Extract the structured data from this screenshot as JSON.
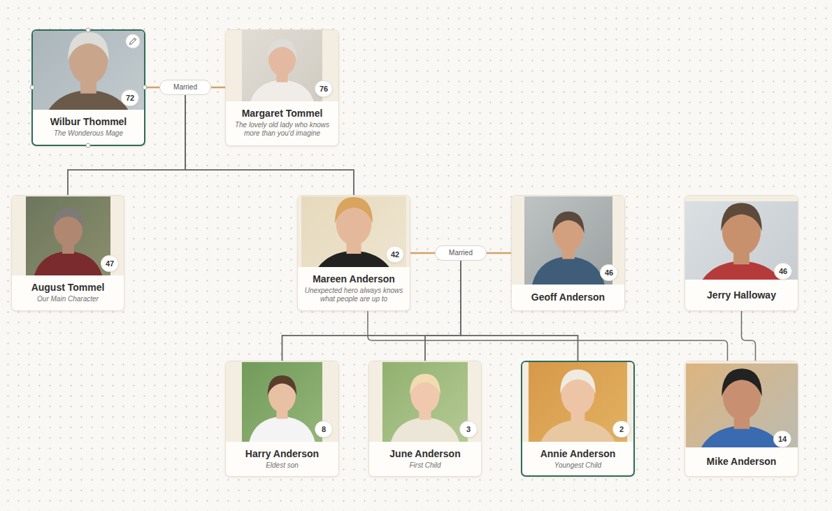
{
  "diagram": {
    "nodes": [
      {
        "text": [
          "72",
          "Wilbur Thommel",
          "The Wonderous Mage"
        ]
      },
      {
        "text": [
          "76",
          "Margaret Tommel",
          "The lovely old lady who knows more than you'd imagine"
        ]
      },
      {
        "text": [
          "47",
          "August Tommel",
          "Our Main Character"
        ]
      },
      {
        "text": [
          "42",
          "Mareen Anderson",
          "Unexpected hero always knows what people are up to"
        ]
      },
      {
        "text": [
          "46",
          "Geoff Anderson"
        ]
      },
      {
        "text": [
          "46",
          "Jerry Halloway"
        ]
      },
      {
        "text": [
          "8",
          "Harry Anderson",
          "Eldest son"
        ]
      },
      {
        "text": [
          "3",
          "June Anderson",
          "First Child"
        ]
      },
      {
        "text": [
          "2",
          "Annie Anderson",
          "Youngest Child"
        ]
      },
      {
        "text": [
          "14",
          "Mike Anderson"
        ]
      }
    ],
    "edges": [
      {
        "from": 0,
        "to": 1,
        "label": "Married",
        "arrow": "none"
      },
      {
        "from": 3,
        "to": 4,
        "label": "Married",
        "arrow": "none"
      },
      {
        "from": 0,
        "to": 2,
        "arrow": "none"
      },
      {
        "from": 0,
        "to": 3,
        "arrow": "none"
      },
      {
        "from": 1,
        "to": 2,
        "arrow": "none"
      },
      {
        "from": 1,
        "to": 3,
        "arrow": "none"
      },
      {
        "from": 3,
        "to": 6,
        "arrow": "none"
      },
      {
        "from": 3,
        "to": 7,
        "arrow": "none"
      },
      {
        "from": 3,
        "to": 8,
        "arrow": "none"
      },
      {
        "from": 4,
        "to": 6,
        "arrow": "none"
      },
      {
        "from": 4,
        "to": 7,
        "arrow": "none"
      },
      {
        "from": 4,
        "to": 8,
        "arrow": "none"
      },
      {
        "from": 3,
        "to": 9,
        "arrow": "none"
      },
      {
        "from": 5,
        "to": 9,
        "arrow": "none"
      }
    ]
  }
}
